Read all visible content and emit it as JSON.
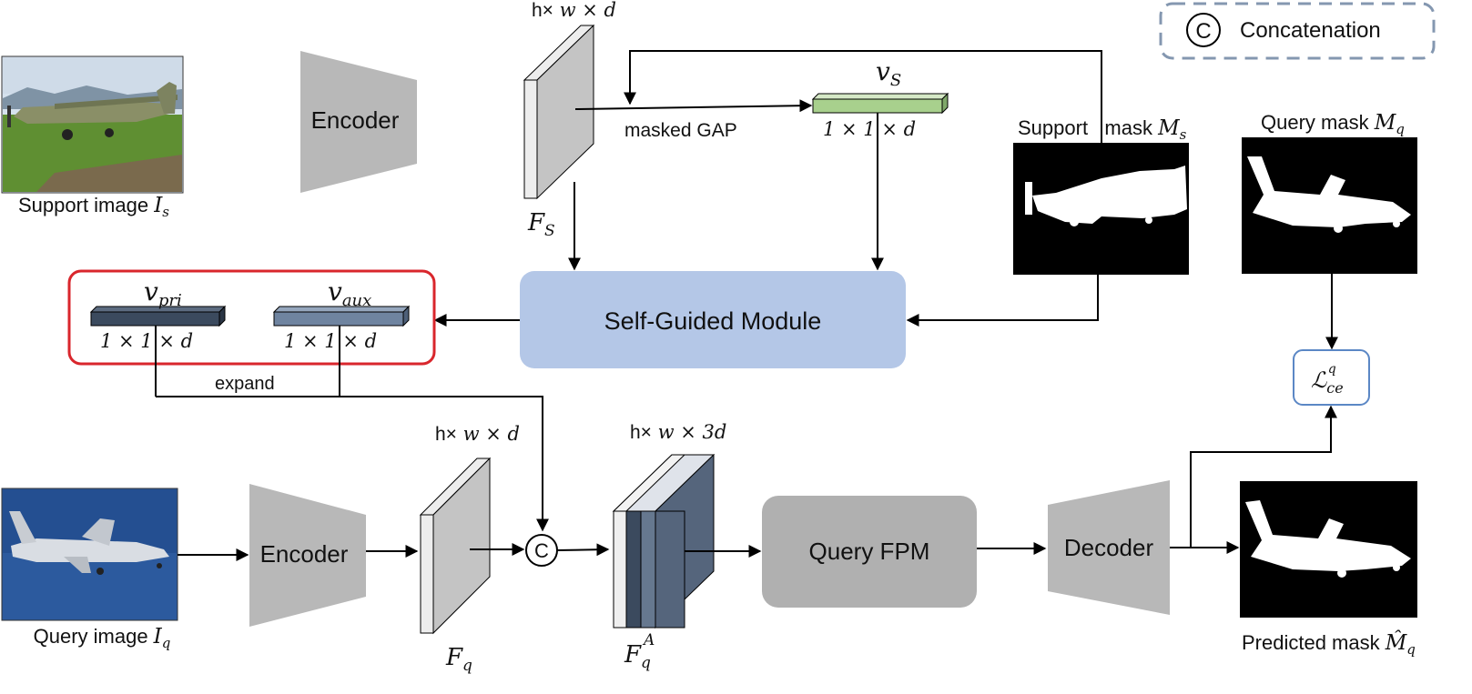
{
  "legend": {
    "symbol": "C",
    "label": "Concatenation"
  },
  "support": {
    "image_label": "Support image ",
    "image_sym": "I",
    "image_sub": "s",
    "encoder_label": "Encoder",
    "feature_dims": {
      "h": "h×",
      "rest": " w × d"
    },
    "feature_sym": "F",
    "feature_sub": "S",
    "gap_label": "masked GAP",
    "vs_sym": "v",
    "vs_sub": "S",
    "vs_dims": "1 × 1 × d",
    "mask_label": "Support   mask ",
    "mask_sym": "M",
    "mask_sub": "s"
  },
  "module": {
    "label": "Self-Guided Module"
  },
  "prototypes": {
    "pri_sym": "v",
    "pri_sub": "pri",
    "pri_dims": "1 × 1 × d",
    "aux_sym": "v",
    "aux_sub": "aux",
    "aux_dims": "1 × 1 × d",
    "expand_label": "expand"
  },
  "query": {
    "image_label": "Query image ",
    "image_sym": "I",
    "image_sub": "q",
    "encoder_label": "Encoder",
    "feature_dims": {
      "h": "h×",
      "rest": " w × d"
    },
    "feature_sym": "F",
    "feature_sub": "q",
    "concat_dims": {
      "h": "h×",
      "rest": " w × 3d"
    },
    "concat_sym": "F",
    "concat_sub": "q",
    "concat_sup": "A",
    "fpm_label": "Query FPM",
    "decoder_label": "Decoder",
    "qmask_label": "Query mask ",
    "qmask_sym": "M",
    "qmask_sub": "q",
    "loss_sym": "ℒ",
    "loss_sub": "ce",
    "loss_sup": "q",
    "pred_label": "Predicted mask ",
    "pred_sym": "M̂",
    "pred_sub": "q"
  },
  "colors": {
    "encoder": "#b8b8b8",
    "feature_face": "#c4c4c4",
    "vs_bar": "#a8d08d",
    "module_fill": "#b4c7e7",
    "fpm_fill": "#b0b0b0",
    "pri_bar": "#3b4a5e",
    "aux_bar": "#6f84a0",
    "highlight_border": "#d9262c",
    "legend_border": "#8497b0",
    "loss_border": "#5b87c5",
    "concat_dark1": "#3b4a5e",
    "concat_dark2": "#55657c"
  }
}
